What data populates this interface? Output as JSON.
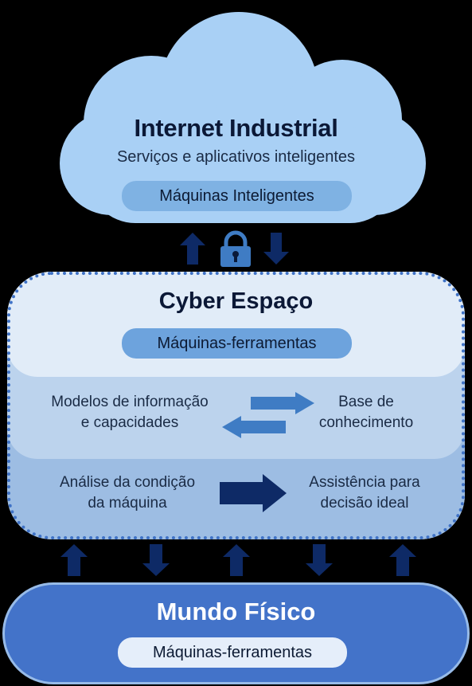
{
  "cloud": {
    "title": "Internet Industrial",
    "subtitle": "Serviços e aplicativos inteligentes",
    "pill": "Máquinas Inteligentes"
  },
  "cyber": {
    "title": "Cyber Espaço",
    "pill": "Máquinas-ferramentas",
    "left_top": [
      "Modelos de informação",
      "e capacidades"
    ],
    "right_top": [
      "Base de",
      "conhecimento"
    ],
    "left_bottom": [
      "Análise da condição",
      "da máquina"
    ],
    "right_bottom": [
      "Assistência para",
      "decisão ideal"
    ]
  },
  "physical": {
    "title": "Mundo Físico",
    "pill": "Máquinas-ferramentas"
  },
  "icons": [
    "arrow-up-icon",
    "lock-icon",
    "arrow-down-icon"
  ],
  "colors": {
    "cloud": "#a9d0f5",
    "arrow_dark": "#0e2a66",
    "arrow_mid": "#3f7cc4",
    "mundo": "#4373c9"
  }
}
